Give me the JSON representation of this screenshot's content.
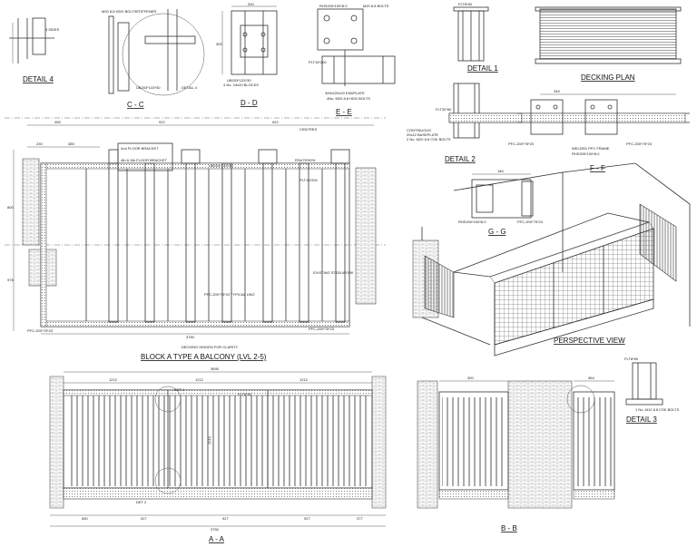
{
  "titles": {
    "detail4": "DETAIL 4",
    "cc": "C - C",
    "dd": "D - D",
    "ee": "E - E",
    "detail1": "DETAIL 1",
    "decking_plan": "DECKING PLAN",
    "detail2": "DETAIL 2",
    "ff": "F - F",
    "gg": "G - G",
    "main_plan": "BLOCK A TYPE A BALCONY (LVL 2-5)",
    "perspective": "PERSPECTIVE VIEW",
    "aa": "A - A",
    "bb": "B - B",
    "detail3": "DETAIL 3"
  },
  "notes": {
    "decking_hidden": "DECKING HIDDEN FOR CLARITY",
    "existing_steelwork": "EXISTING STEELWORK",
    "pfc_typ": "PFC-200*75*23 TYPICAL UNO",
    "centres": "CENTRES",
    "floor_bracket": "2nd FLOOR BRACKET",
    "floor_bracket2": "4th & 5th FLOOR BRACKET",
    "rsa": "RSA75*50*6",
    "pl": "PLT15*200",
    "rhs": "RHS200*100*8.0",
    "ub": "UB203*133*30",
    "bolts": "4No. M20 8.8 HDG BOLTS",
    "endplate": "349x220x20 ENDPLATE",
    "flt": "FLT8*60",
    "pfc": "PFC-200*75*23",
    "welded": "WELDED PFC FRAME",
    "det1": "DET 1",
    "det2": "DET 2"
  },
  "dims": {
    "d455": "455",
    "d922": "922",
    "d385": "385",
    "d230": "230",
    "d3750": "3750",
    "d3695": "3695",
    "d1212": "1212",
    "d927": "927",
    "d550": "550",
    "d377": "377",
    "d1210": "1210",
    "d345": "345",
    "d200": "200",
    "d300": "300",
    "d364": "364",
    "d184": "184"
  }
}
